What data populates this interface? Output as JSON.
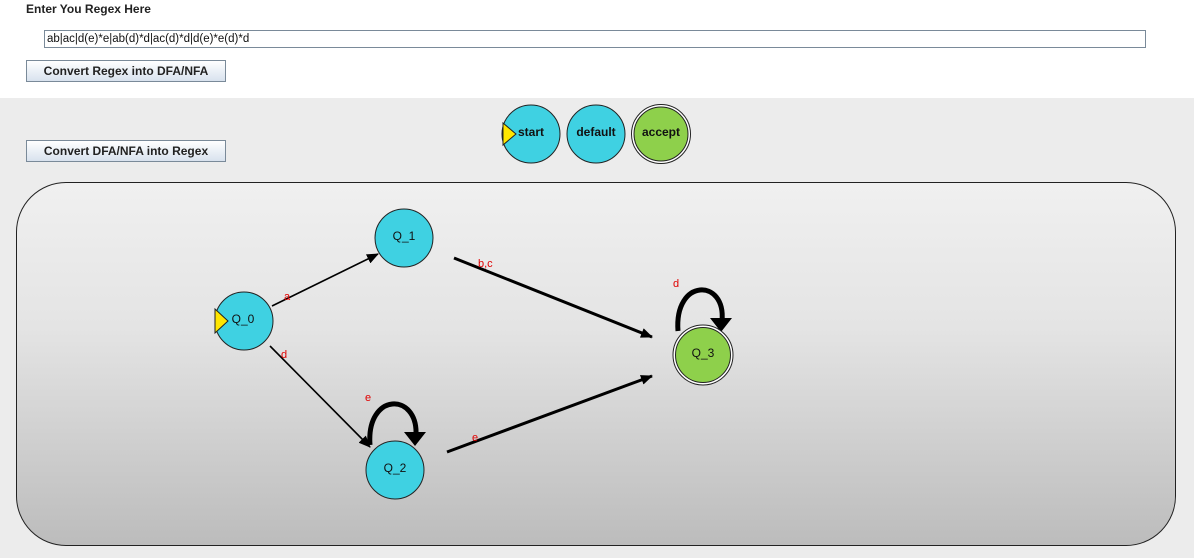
{
  "header": {
    "prompt_label": "Enter You Regex Here",
    "regex_value": "ab|ac|d(e)*e|ab(d)*d|ac(d)*d|d(e)*e(d)*d",
    "convert_regex_button": "Convert Regex into DFA/NFA",
    "convert_dfa_button": "Convert DFA/NFA into Regex"
  },
  "legend": {
    "start": "start",
    "default": "default",
    "accept": "accept"
  },
  "colors": {
    "state_fill": "#3fd1e2",
    "accept_fill": "#8ed04b",
    "start_marker": "#ffe600",
    "edge_label": "#e00000"
  },
  "automaton": {
    "states": [
      {
        "id": "Q_0",
        "type": "start"
      },
      {
        "id": "Q_1",
        "type": "default"
      },
      {
        "id": "Q_2",
        "type": "default"
      },
      {
        "id": "Q_3",
        "type": "accept"
      }
    ],
    "transitions": [
      {
        "from": "Q_0",
        "to": "Q_1",
        "label": "a"
      },
      {
        "from": "Q_0",
        "to": "Q_2",
        "label": "d"
      },
      {
        "from": "Q_1",
        "to": "Q_3",
        "label": "b,c"
      },
      {
        "from": "Q_2",
        "to": "Q_2",
        "label": "e"
      },
      {
        "from": "Q_2",
        "to": "Q_3",
        "label": "e"
      },
      {
        "from": "Q_3",
        "to": "Q_3",
        "label": "d"
      }
    ]
  }
}
